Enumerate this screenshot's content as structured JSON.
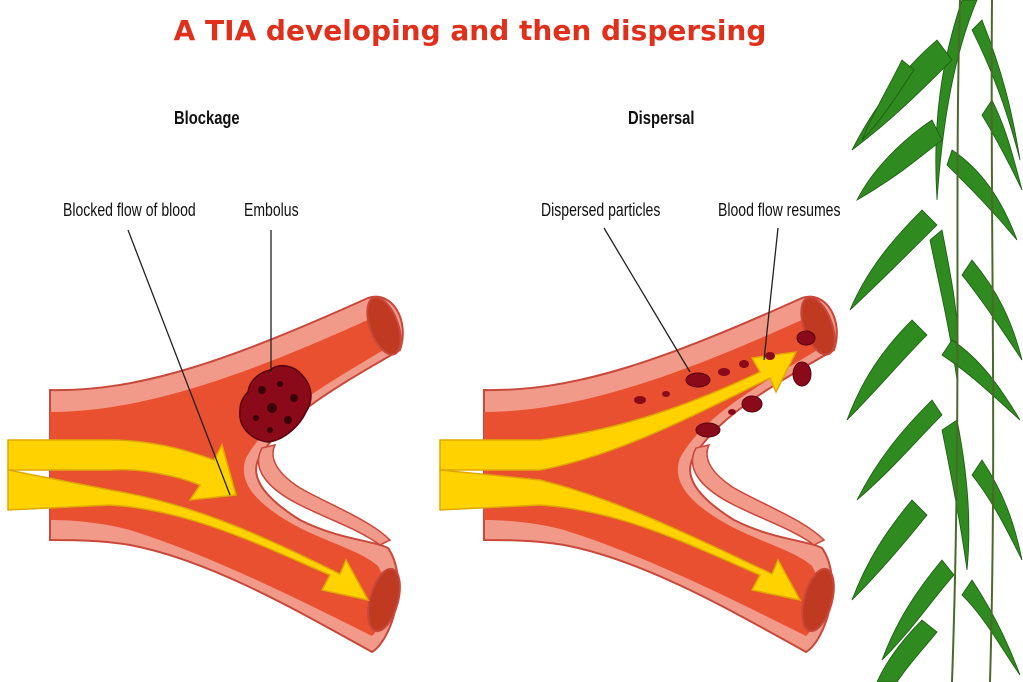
{
  "title": "A TIA developing and then dispersing",
  "panels": {
    "blockage": {
      "heading": "Blockage",
      "label_flow": "Blocked flow of blood",
      "label_embolus": "Embolus"
    },
    "dispersal": {
      "heading": "Dispersal",
      "label_particles": "Dispersed particles",
      "label_flow": "Blood flow resumes"
    }
  },
  "colors": {
    "title": "#e0301b",
    "vessel_wall": "#f29a8a",
    "vessel_wall_edge": "#c8483b",
    "lumen": "#e8502f",
    "lumen_dark": "#c03a22",
    "arrow": "#ffd200",
    "arrow_edge": "#e0a800",
    "clot": "#8a0a1a",
    "leaf": "#2f8a1f"
  }
}
